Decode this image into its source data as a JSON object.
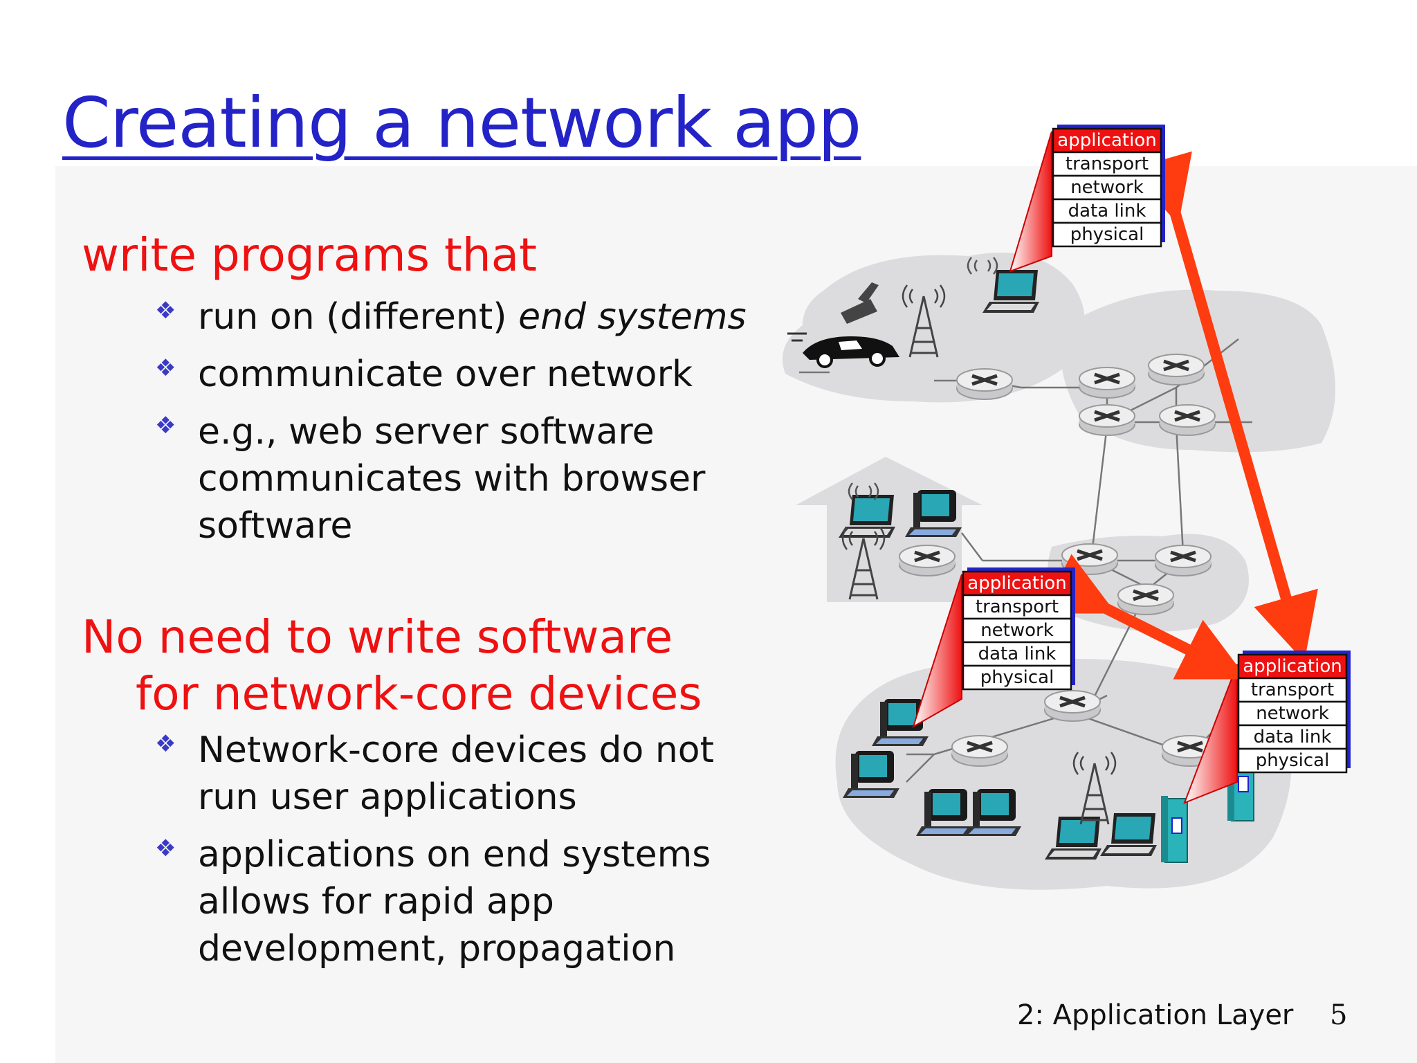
{
  "slide": {
    "title": "Creating a network app",
    "heading1": "write programs that",
    "bullets1": [
      {
        "text": "run on (different) ",
        "emphasis": "end systems"
      },
      {
        "text": "communicate over network"
      },
      {
        "text": "e.g., web server software communicates with browser software"
      }
    ],
    "heading2_line1": "No need to write software",
    "heading2_line2": "for network-core devices",
    "bullets2": [
      {
        "text": "Network-core devices do not run user applications"
      },
      {
        "text": "applications on end systems  allows for rapid app development, propagation"
      }
    ],
    "footer": "2: Application Layer",
    "page_number": "5"
  },
  "diagram": {
    "protocol_layers": [
      "application",
      "transport",
      "network",
      "data link",
      "physical"
    ],
    "colors": {
      "highlight": "#ee1111",
      "arrow": "#ff3b10",
      "cloud": "#dcdcde",
      "accent": "#2323c8"
    },
    "icons": [
      "laptop-icon",
      "cell-phone-icon",
      "car-icon",
      "radio-tower-icon",
      "router-icon",
      "desktop-computer-icon",
      "server-icon",
      "house-icon"
    ]
  }
}
